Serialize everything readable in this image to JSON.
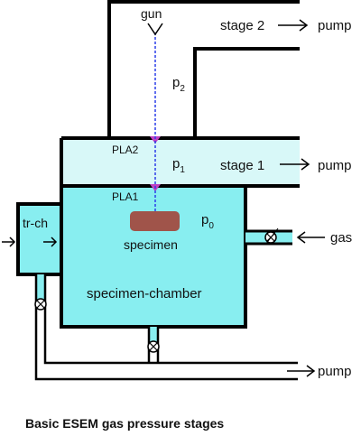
{
  "labels": {
    "gun": "gun",
    "stage2": "stage 2",
    "stage1": "stage 1",
    "pump_top": "pump",
    "pump_mid": "pump",
    "pump_bottom": "pump",
    "p2_main": "p",
    "p2_sub": "2",
    "p1_main": "p",
    "p1_sub": "1",
    "p0_main": "p",
    "p0_sub": "0",
    "pla2": "PLA2",
    "pla1": "PLA1",
    "specimen": "specimen",
    "chamber": "specimen-chamber",
    "trch": "tr-ch",
    "gas": "gas"
  },
  "caption": "Basic ESEM gas pressure stages",
  "colors": {
    "chamber_fill": "#88eef0",
    "stage1_fill": "#d8f8f8",
    "specimen_fill": "#a0544a",
    "beam": "#2c3ee8",
    "wall": "#000000",
    "pla_mark": "#c040c0"
  }
}
